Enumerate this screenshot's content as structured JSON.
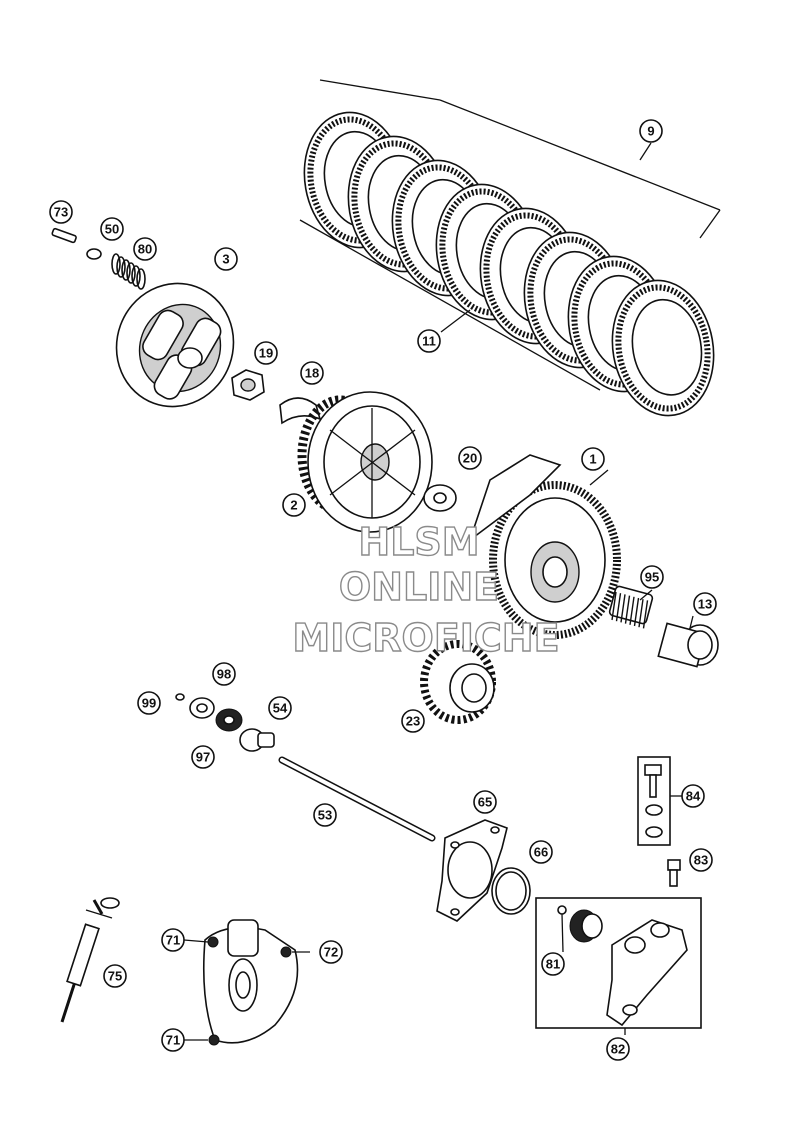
{
  "watermark": {
    "line1": "HLSM",
    "line2": "ONLINE",
    "line3": "MICROFICHE"
  },
  "callouts": [
    {
      "id": "c9",
      "label": "9"
    },
    {
      "id": "c11",
      "label": "11"
    },
    {
      "id": "c73",
      "label": "73"
    },
    {
      "id": "c50",
      "label": "50"
    },
    {
      "id": "c80",
      "label": "80"
    },
    {
      "id": "c3",
      "label": "3"
    },
    {
      "id": "c19",
      "label": "19"
    },
    {
      "id": "c18",
      "label": "18"
    },
    {
      "id": "c20",
      "label": "20"
    },
    {
      "id": "c1",
      "label": "1"
    },
    {
      "id": "c2",
      "label": "2"
    },
    {
      "id": "c95",
      "label": "95"
    },
    {
      "id": "c13",
      "label": "13"
    },
    {
      "id": "c98",
      "label": "98"
    },
    {
      "id": "c99",
      "label": "99"
    },
    {
      "id": "c54",
      "label": "54"
    },
    {
      "id": "c23",
      "label": "23"
    },
    {
      "id": "c97",
      "label": "97"
    },
    {
      "id": "c84",
      "label": "84"
    },
    {
      "id": "c65",
      "label": "65"
    },
    {
      "id": "c53",
      "label": "53"
    },
    {
      "id": "c66",
      "label": "66"
    },
    {
      "id": "c83",
      "label": "83"
    },
    {
      "id": "c71a",
      "label": "71"
    },
    {
      "id": "c72",
      "label": "72"
    },
    {
      "id": "c75",
      "label": "75"
    },
    {
      "id": "c81",
      "label": "81"
    },
    {
      "id": "c71b",
      "label": "71"
    },
    {
      "id": "c82",
      "label": "82"
    }
  ]
}
